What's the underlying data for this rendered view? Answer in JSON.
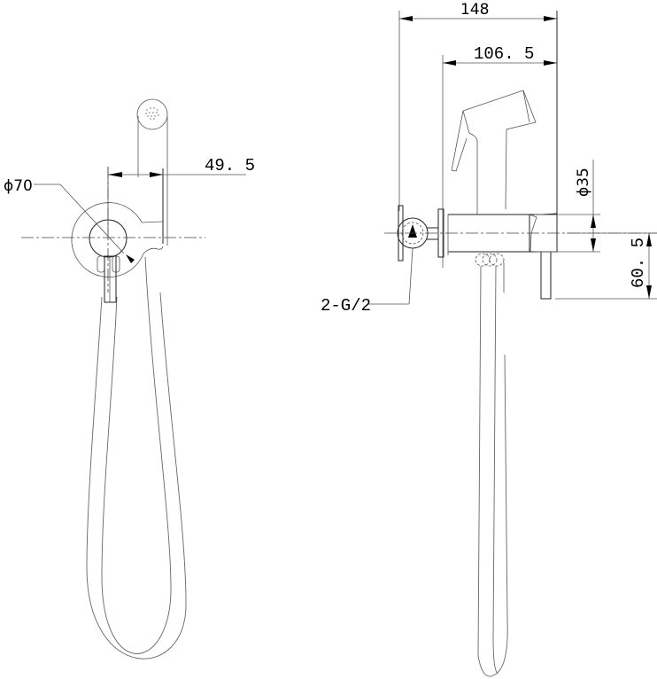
{
  "drawing": {
    "title": "Bidet sprayer with wall valve — technical drawing",
    "views": [
      "front-view",
      "side-view"
    ],
    "line_color": "#222222",
    "background": "#ffffff"
  },
  "front_view": {
    "dimensions": {
      "flange_diameter": "ϕ70",
      "offset_width": "49. 5"
    }
  },
  "side_view": {
    "dimensions": {
      "overall_depth": "148",
      "holder_depth": "106. 5",
      "holder_diameter": "ϕ35",
      "holder_height": "60. 5",
      "thread_callout": "2-G/2"
    }
  }
}
